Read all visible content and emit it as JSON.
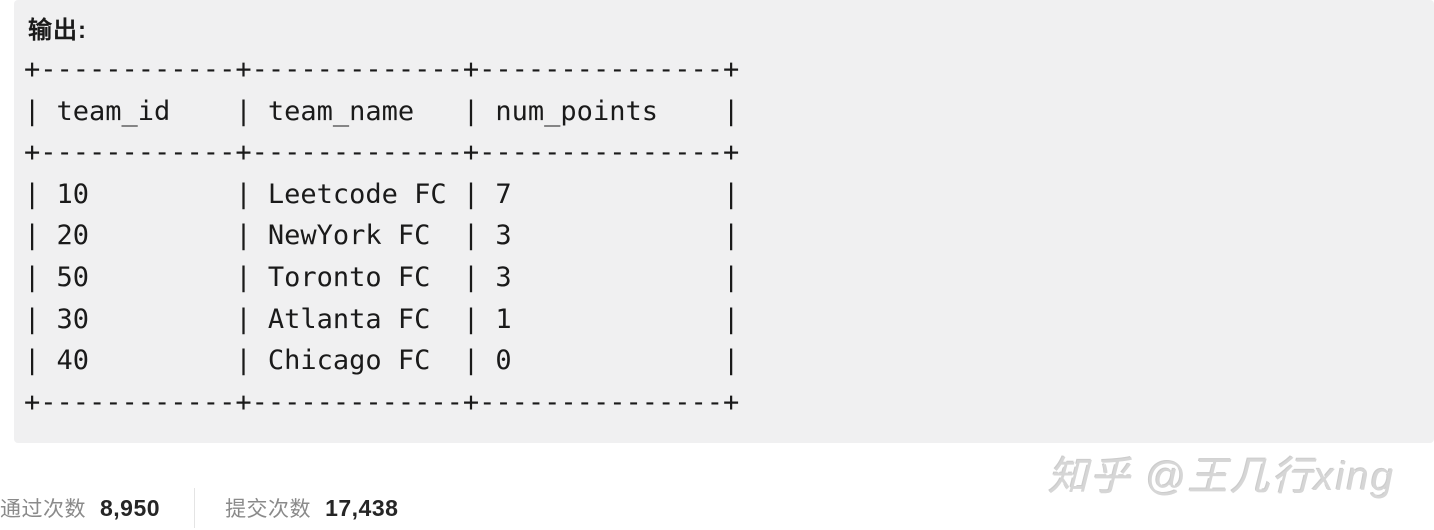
{
  "output_panel": {
    "label": "输出:",
    "ascii_table": "+------------+-------------+---------------+\n| team_id    | team_name   | num_points    |\n+------------+-------------+---------------+\n| 10         | Leetcode FC | 7             |\n| 20         | NewYork FC  | 3             |\n| 50         | Toronto FC  | 3             |\n| 30         | Atlanta FC  | 1             |\n| 40         | Chicago FC  | 0             |\n+------------+-------------+---------------+"
  },
  "result_table": {
    "headers": [
      "team_id",
      "team_name",
      "num_points"
    ],
    "rows": [
      [
        "10",
        "Leetcode FC",
        "7"
      ],
      [
        "20",
        "NewYork FC",
        "3"
      ],
      [
        "50",
        "Toronto FC",
        "3"
      ],
      [
        "30",
        "Atlanta FC",
        "1"
      ],
      [
        "40",
        "Chicago FC",
        "0"
      ]
    ]
  },
  "stats": {
    "accepted_label": "通过次数",
    "accepted_value": "8,950",
    "submitted_label": "提交次数",
    "submitted_value": "17,438"
  },
  "watermark": {
    "text": "知乎 @王几行xing"
  },
  "colors": {
    "panel_background": "#f0f0f1",
    "text_dark": "#1a1a1a",
    "stat_label_gray": "#8a8a8a",
    "stat_value_dark": "#262626",
    "watermark_gray": "#d6d6d6",
    "divider_gray": "#e4e4e4"
  }
}
